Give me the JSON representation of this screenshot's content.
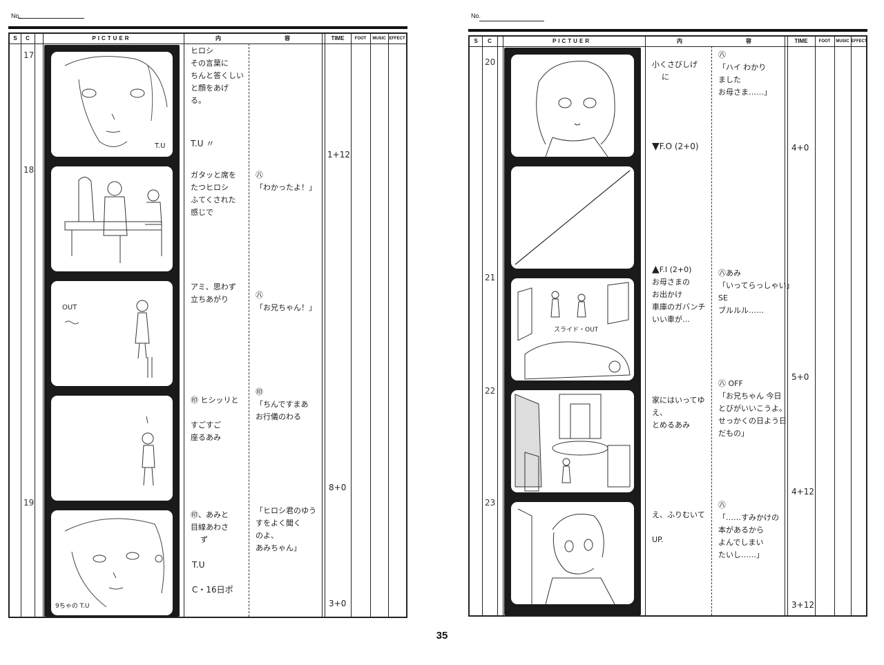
{
  "header": {
    "no_label": "No.",
    "columns": {
      "s": "S",
      "c": "C",
      "picture": "PICTUER",
      "content_left": "内",
      "content_right": "容",
      "time": "TIME",
      "foot": "FOOT",
      "music": "MUSIC",
      "effect": "EFFECT"
    }
  },
  "page_number": "35",
  "left_page": {
    "cuts": [
      {
        "cut_number": "17",
        "action": "ヒロシ\nその言葉に\nちんと答くしい\nと顔をあげ\nる。",
        "action_extra": "T.U 〃",
        "dialogue": "",
        "time": "1+12"
      },
      {
        "cut_number": "18",
        "action": "ガタッと席を\nたつヒロシ\nふてくされた\n感じで",
        "action_extra": "",
        "dialogue": "㊇\n「わかったよ！」",
        "time": ""
      },
      {
        "cut_number": "",
        "action": "アミ、思わず\n立ちあがり",
        "action_extra": "",
        "dialogue": "㊇\n「お兄ちゃん！」",
        "time": ""
      },
      {
        "cut_number": "",
        "action": "㊞ ヒシッリと\n\nすごすご\n座るあみ",
        "action_extra": "",
        "dialogue": "㊞\n「ちんですまあ\nお行儀のわる",
        "time": "8+0"
      },
      {
        "cut_number": "19",
        "action": "㊞、あみと\n目線あわさ\n    ず",
        "action_extra": "T.U\n\nC・16日ポ",
        "dialogue": "「ヒロシ君のゆう\nすをよく聞く\nのよ、\nあみちゃん」",
        "time": "3+0"
      }
    ],
    "frame_notes": {
      "cut17": "T.U",
      "cut_out": "OUT",
      "cut19": "9ちゃの T.U"
    }
  },
  "right_page": {
    "cuts": [
      {
        "cut_number": "20",
        "action": "小くさびしげ\n    に",
        "action_extra": "F.O (2+0)",
        "dialogue": "㊇\n「ハイ わかり\nました\nお母さま……」",
        "time": "4+0"
      },
      {
        "cut_number": "21",
        "action": "F.I (2+0)\nお母さまの\nお出かけ\n車庫のガバンチ\nいい車が…",
        "action_extra": "",
        "dialogue": "㊇あみ\n「いってらっしゃい」\nSE\nブルルル……",
        "time": "5+0"
      },
      {
        "cut_number": "22",
        "action": "家にはいってゆ\nえ、\nとめるあみ",
        "action_extra": "",
        "dialogue": "㊇ OFF\n「お兄ちゃん 今日\nとびがいいこうよ。\nせっかくの日よう日\nだもの」",
        "time": "4+12"
      },
      {
        "cut_number": "23",
        "action": "え、ふりむいて\n\nUP.",
        "action_extra": "",
        "dialogue": "㊇\n「……すみかけの\n本があるから\nよんでしまい\nたいし……」",
        "time": "3+12"
      }
    ],
    "frame_notes": {
      "cut21": "スライド・OUT"
    }
  }
}
